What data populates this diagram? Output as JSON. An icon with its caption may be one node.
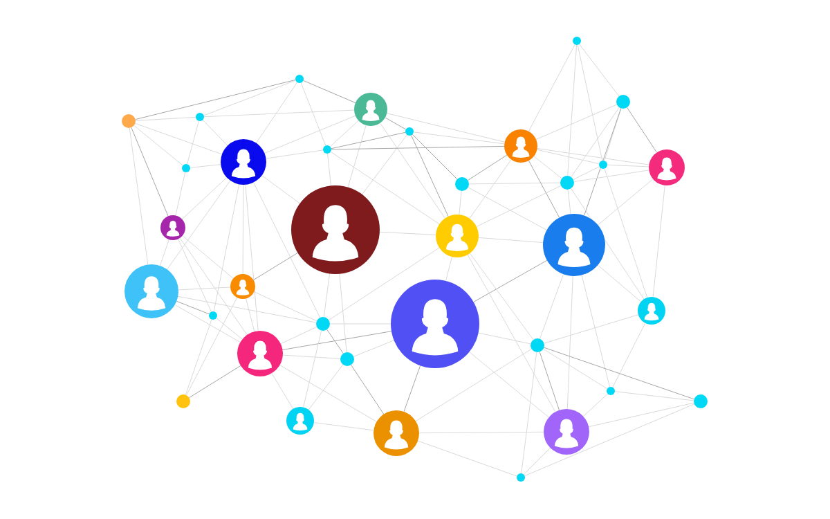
{
  "diagram": {
    "nodes": [
      {
        "text": [],
        "shape": "circle"
      },
      {
        "text": [],
        "shape": "circle"
      },
      {
        "text": [],
        "shape": "circle"
      },
      {
        "text": [],
        "shape": "person"
      },
      {
        "text": [],
        "shape": "circle"
      },
      {
        "text": [],
        "shape": "circle"
      },
      {
        "text": [],
        "shape": "circle"
      },
      {
        "text": [],
        "shape": "person"
      },
      {
        "text": [],
        "shape": "circle"
      },
      {
        "text": [],
        "shape": "person"
      },
      {
        "text": [],
        "shape": "circle"
      },
      {
        "text": [],
        "shape": "circle"
      },
      {
        "text": [],
        "shape": "person"
      },
      {
        "text": [],
        "shape": "circle"
      },
      {
        "text": [],
        "shape": "circle"
      },
      {
        "text": [],
        "shape": "person"
      },
      {
        "text": [],
        "shape": "person"
      },
      {
        "text": [],
        "shape": "person"
      },
      {
        "text": [],
        "shape": "person"
      },
      {
        "text": [],
        "shape": "person"
      },
      {
        "text": [],
        "shape": "person"
      },
      {
        "text": [],
        "shape": "person"
      },
      {
        "text": [],
        "shape": "circle"
      },
      {
        "text": [],
        "shape": "circle"
      },
      {
        "text": [],
        "shape": "person"
      },
      {
        "text": [],
        "shape": "circle"
      },
      {
        "text": [],
        "shape": "person"
      },
      {
        "text": [],
        "shape": "circle"
      },
      {
        "text": [],
        "shape": "circle"
      },
      {
        "text": [],
        "shape": "circle"
      },
      {
        "text": [],
        "shape": "circle"
      },
      {
        "text": [],
        "shape": "person"
      },
      {
        "text": [],
        "shape": "person"
      },
      {
        "text": [],
        "shape": "person"
      },
      {
        "text": [],
        "shape": "circle"
      }
    ],
    "edges": [
      {
        "from": 4,
        "to": 1,
        "arrow": "none",
        "color": "#a6a6a6"
      },
      {
        "from": 4,
        "to": 5,
        "arrow": "none"
      },
      {
        "from": 5,
        "to": 1,
        "arrow": "none"
      },
      {
        "from": 5,
        "to": 9,
        "arrow": "none"
      },
      {
        "from": 5,
        "to": 11,
        "arrow": "none"
      },
      {
        "from": 5,
        "to": 3,
        "arrow": "none"
      },
      {
        "from": 4,
        "to": 9,
        "arrow": "none"
      },
      {
        "from": 4,
        "to": 11,
        "arrow": "none"
      },
      {
        "from": 4,
        "to": 15,
        "arrow": "none",
        "color": "#a6a6a6"
      },
      {
        "from": 4,
        "to": 20,
        "arrow": "none"
      },
      {
        "from": 1,
        "to": 9,
        "arrow": "none"
      },
      {
        "from": 1,
        "to": 8,
        "arrow": "none"
      },
      {
        "from": 1,
        "to": 3,
        "arrow": "none",
        "color": "#a6a6a6"
      },
      {
        "from": 11,
        "to": 9,
        "arrow": "none"
      },
      {
        "from": 11,
        "to": 15,
        "arrow": "none"
      },
      {
        "from": 9,
        "to": 8,
        "arrow": "none"
      },
      {
        "from": 9,
        "to": 3,
        "arrow": "none"
      },
      {
        "from": 9,
        "to": 16,
        "arrow": "none"
      },
      {
        "from": 9,
        "to": 15,
        "arrow": "none"
      },
      {
        "from": 9,
        "to": 20,
        "arrow": "none"
      },
      {
        "from": 9,
        "to": 22,
        "arrow": "none"
      },
      {
        "from": 9,
        "to": 19,
        "arrow": "none"
      },
      {
        "from": 9,
        "to": 26,
        "arrow": "none"
      },
      {
        "from": 9,
        "to": 23,
        "arrow": "none"
      },
      {
        "from": 15,
        "to": 20,
        "arrow": "none"
      },
      {
        "from": 15,
        "to": 26,
        "arrow": "none"
      },
      {
        "from": 15,
        "to": 19,
        "arrow": "none"
      },
      {
        "from": 15,
        "to": 22,
        "arrow": "none"
      },
      {
        "from": 20,
        "to": 19,
        "arrow": "none"
      },
      {
        "from": 20,
        "to": 22,
        "arrow": "none",
        "color": "#a6a6a6"
      },
      {
        "from": 20,
        "to": 23,
        "arrow": "none"
      },
      {
        "from": 20,
        "to": 26,
        "arrow": "none"
      },
      {
        "from": 19,
        "to": 16,
        "arrow": "none",
        "color": "#a6a6a6"
      },
      {
        "from": 19,
        "to": 26,
        "arrow": "none"
      },
      {
        "from": 19,
        "to": 29,
        "arrow": "none"
      },
      {
        "from": 19,
        "to": 23,
        "arrow": "none"
      },
      {
        "from": 22,
        "to": 29,
        "arrow": "none"
      },
      {
        "from": 22,
        "to": 26,
        "arrow": "none"
      },
      {
        "from": 29,
        "to": 26,
        "arrow": "none",
        "color": "#a6a6a6"
      },
      {
        "from": 26,
        "to": 23,
        "arrow": "none"
      },
      {
        "from": 26,
        "to": 24,
        "arrow": "none",
        "color": "#a6a6a6"
      },
      {
        "from": 26,
        "to": 27,
        "arrow": "none"
      },
      {
        "from": 26,
        "to": 31,
        "arrow": "none"
      },
      {
        "from": 26,
        "to": 33,
        "arrow": "none"
      },
      {
        "from": 31,
        "to": 23,
        "arrow": "none"
      },
      {
        "from": 31,
        "to": 27,
        "arrow": "none"
      },
      {
        "from": 31,
        "to": 33,
        "arrow": "none"
      },
      {
        "from": 23,
        "to": 16,
        "arrow": "none"
      },
      {
        "from": 27,
        "to": 16,
        "arrow": "none"
      },
      {
        "from": 23,
        "to": 27,
        "arrow": "none",
        "color": "#a6a6a6"
      },
      {
        "from": 23,
        "to": 24,
        "arrow": "none"
      },
      {
        "from": 27,
        "to": 24,
        "arrow": "none"
      },
      {
        "from": 27,
        "to": 33,
        "arrow": "none",
        "color": "#a6a6a6"
      },
      {
        "from": 24,
        "to": 33,
        "arrow": "none",
        "color": "#a6a6a6"
      },
      {
        "from": 17,
        "to": 24,
        "arrow": "none"
      },
      {
        "from": 33,
        "to": 25,
        "arrow": "none"
      },
      {
        "from": 33,
        "to": 32,
        "arrow": "none"
      },
      {
        "from": 33,
        "to": 34,
        "arrow": "none"
      },
      {
        "from": 24,
        "to": 25,
        "arrow": "none"
      },
      {
        "from": 24,
        "to": 32,
        "arrow": "none"
      },
      {
        "from": 24,
        "to": 18,
        "arrow": "none",
        "color": "#a6a6a6"
      },
      {
        "from": 17,
        "to": 32,
        "arrow": "none"
      },
      {
        "from": 17,
        "to": 25,
        "arrow": "none"
      },
      {
        "from": 16,
        "to": 17,
        "arrow": "none"
      },
      {
        "from": 16,
        "to": 6,
        "arrow": "none"
      },
      {
        "from": 23,
        "to": 17,
        "arrow": "none"
      },
      {
        "from": 3,
        "to": 8,
        "arrow": "none"
      },
      {
        "from": 3,
        "to": 16,
        "arrow": "none"
      },
      {
        "from": 3,
        "to": 6,
        "arrow": "none",
        "color": "#a6a6a6"
      },
      {
        "from": 3,
        "to": 7,
        "arrow": "none"
      },
      {
        "from": 3,
        "to": 17,
        "arrow": "none"
      },
      {
        "from": 8,
        "to": 6,
        "arrow": "none",
        "color": "#a6a6a6"
      },
      {
        "from": 8,
        "to": 7,
        "arrow": "none",
        "color": "#a6a6a6"
      },
      {
        "from": 8,
        "to": 16,
        "arrow": "none"
      },
      {
        "from": 8,
        "to": 17,
        "arrow": "none"
      },
      {
        "from": 6,
        "to": 7,
        "arrow": "none"
      },
      {
        "from": 6,
        "to": 14,
        "arrow": "none",
        "color": "#a6a6a6"
      },
      {
        "from": 6,
        "to": 17,
        "arrow": "none",
        "color": "#a6a6a6"
      },
      {
        "from": 7,
        "to": 14,
        "arrow": "none",
        "color": "#a6a6a6"
      },
      {
        "from": 7,
        "to": 17,
        "arrow": "none"
      },
      {
        "from": 14,
        "to": 17,
        "arrow": "none"
      },
      {
        "from": 14,
        "to": 13,
        "arrow": "none"
      },
      {
        "from": 14,
        "to": 18,
        "arrow": "none"
      },
      {
        "from": 17,
        "to": 13,
        "arrow": "none"
      },
      {
        "from": 17,
        "to": 18,
        "arrow": "none"
      },
      {
        "from": 0,
        "to": 7,
        "arrow": "none"
      },
      {
        "from": 0,
        "to": 13,
        "arrow": "none"
      },
      {
        "from": 0,
        "to": 10,
        "arrow": "none"
      },
      {
        "from": 0,
        "to": 2,
        "arrow": "none"
      },
      {
        "from": 2,
        "to": 12,
        "arrow": "none",
        "color": "#a6a6a6"
      },
      {
        "from": 2,
        "to": 7,
        "arrow": "none"
      },
      {
        "from": 2,
        "to": 13,
        "arrow": "none"
      },
      {
        "from": 2,
        "to": 10,
        "arrow": "none"
      },
      {
        "from": 2,
        "to": 18,
        "arrow": "none",
        "color": "#a6a6a6"
      },
      {
        "from": 10,
        "to": 12,
        "arrow": "none"
      },
      {
        "from": 10,
        "to": 7,
        "arrow": "none"
      },
      {
        "from": 10,
        "to": 21,
        "arrow": "none"
      },
      {
        "from": 10,
        "to": 13,
        "arrow": "none"
      },
      {
        "from": 7,
        "to": 12,
        "arrow": "none"
      },
      {
        "from": 7,
        "to": 13,
        "arrow": "none"
      },
      {
        "from": 7,
        "to": 18,
        "arrow": "none",
        "color": "#a6a6a6"
      },
      {
        "from": 13,
        "to": 12,
        "arrow": "none"
      },
      {
        "from": 13,
        "to": 18,
        "arrow": "none"
      },
      {
        "from": 13,
        "to": 21,
        "arrow": "none"
      },
      {
        "from": 12,
        "to": 18,
        "arrow": "none"
      },
      {
        "from": 12,
        "to": 21,
        "arrow": "none"
      },
      {
        "from": 18,
        "to": 21,
        "arrow": "none"
      },
      {
        "from": 18,
        "to": 25,
        "arrow": "none"
      },
      {
        "from": 18,
        "to": 32,
        "arrow": "none"
      },
      {
        "from": 18,
        "to": 28,
        "arrow": "none"
      },
      {
        "from": 21,
        "to": 25,
        "arrow": "none"
      },
      {
        "from": 21,
        "to": 28,
        "arrow": "none"
      },
      {
        "from": 25,
        "to": 30,
        "arrow": "none",
        "color": "#a6a6a6"
      },
      {
        "from": 25,
        "to": 32,
        "arrow": "none",
        "color": "#a6a6a6"
      },
      {
        "from": 25,
        "to": 34,
        "arrow": "none"
      },
      {
        "from": 25,
        "to": 28,
        "arrow": "none"
      },
      {
        "from": 28,
        "to": 30,
        "arrow": "none"
      },
      {
        "from": 28,
        "to": 32,
        "arrow": "none"
      },
      {
        "from": 30,
        "to": 32,
        "arrow": "none"
      },
      {
        "from": 30,
        "to": 34,
        "arrow": "none"
      },
      {
        "from": 32,
        "to": 34,
        "arrow": "none"
      }
    ]
  }
}
